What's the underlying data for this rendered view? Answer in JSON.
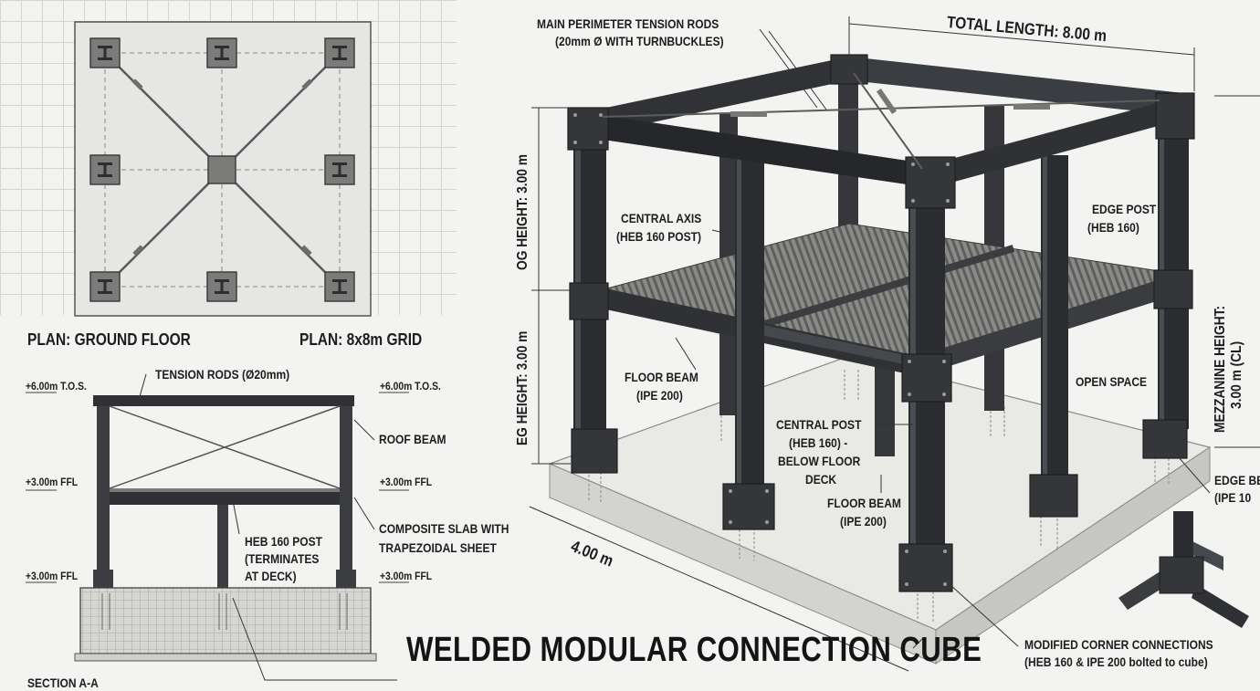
{
  "plan": {
    "ground_floor_title": "PLAN: GROUND FLOOR",
    "grid_title": "PLAN: 8x8m GRID"
  },
  "section": {
    "title": "SECTION A-A",
    "tos_left": "+6.00m T.O.S.",
    "tos_right": "+6.00m T.O.S.",
    "ffl_mid_left": "+3.00m FFL",
    "ffl_mid_right": "+3.00m FFL",
    "ffl_low_left": "+3.00m FFL",
    "ffl_low_right": "+3.00m FFL",
    "tension_rods": "TENSION RODS (Ø20mm)",
    "roof_beam": "ROOF BEAM",
    "composite_slab": [
      "COMPOSITE SLAB WITH",
      "TRAPEZOIDAL SHEET"
    ],
    "heb_post": [
      "HEB 160 POST",
      "(TERMINATES",
      "AT DECK)"
    ]
  },
  "iso": {
    "title": "WELDED MODULAR CONNECTION CUBE",
    "main_rods": [
      "MAIN PERIMETER TENSION RODS",
      "(20mm Ø WITH TURNBUCKLES)"
    ],
    "total_length": "TOTAL LENGTH: 8.00 m",
    "og_height": "OG HEIGHT: 3.00 m",
    "eg_height": "EG HEIGHT: 3.00 m",
    "mezzanine_height": [
      "MEZZANINE HEIGHT:",
      "3.00 m (CL)"
    ],
    "width_dim": "4.00 m",
    "central_axis": [
      "CENTRAL AXIS",
      "(HEB 160 POST)"
    ],
    "edge_post": [
      "EDGE POST",
      "(HEB 160)"
    ],
    "floor_beam_left": [
      "FLOOR BEAM",
      "(IPE 200)"
    ],
    "open_space": "OPEN SPACE",
    "central_post": [
      "CENTRAL POST",
      "(HEB 160) -",
      "BELOW FLOOR",
      "DECK"
    ],
    "floor_beam_mid": [
      "FLOOR BEAM",
      "(IPE 200)"
    ],
    "edge_beam": [
      "EDGE BE",
      "(IPE 10"
    ],
    "corner_connections": [
      "MODIFIED CORNER CONNECTIONS",
      "(HEB 160 & IPE 200 bolted to cube)"
    ]
  },
  "colors": {
    "steel": "#2b2d30",
    "steel_light": "#4a4d51",
    "concrete": "#e4e4e1",
    "plan_fill": "#e6e6e4",
    "deck": "#7d7d7b",
    "background": "#f3f3f1"
  }
}
